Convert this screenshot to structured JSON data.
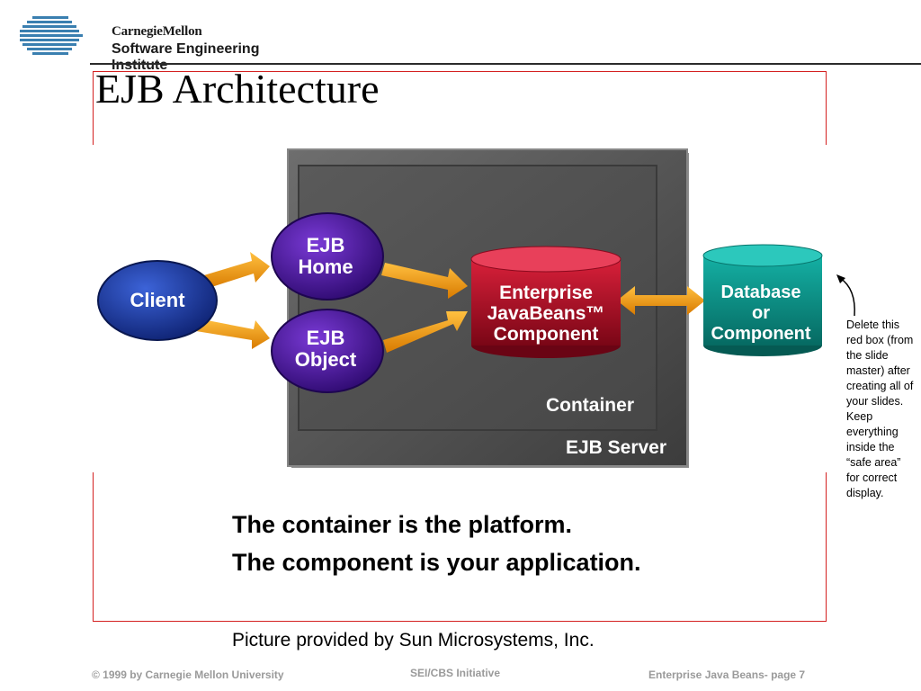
{
  "header": {
    "org_line1": "CarnegieMellon",
    "org_line2": "Software Engineering Institute"
  },
  "slide": {
    "title": "EJB Architecture",
    "caption_line1": "The container is the platform.",
    "caption_line2": "The component is your application.",
    "credit": "Picture provided by Sun Microsystems, Inc."
  },
  "diagram": {
    "client": "Client",
    "ejb_home_1": "EJB",
    "ejb_home_2": "Home",
    "ejb_object_1": "EJB",
    "ejb_object_2": "Object",
    "component_1": "Enterprise",
    "component_2": "JavaBeans™",
    "component_3": "Component",
    "database_1": "Database",
    "database_2": "or",
    "database_3": "Component",
    "container": "Container",
    "server": "EJB Server"
  },
  "note": {
    "text": "Delete this red box (from the slide master) after creating all of your slides. Keep everything inside the “safe area” for correct display."
  },
  "footer": {
    "left": "© 1999 by Carnegie Mellon University",
    "center": "SEI/CBS Initiative",
    "right": "Enterprise Java Beans- page 7"
  },
  "colors": {
    "safe_box": "#d42020",
    "arrow": "#f0a020",
    "client": "#1e3aa0",
    "ejb_bubble": "#4a1a9a",
    "component": "#b8102a",
    "database": "#0a8f86"
  }
}
